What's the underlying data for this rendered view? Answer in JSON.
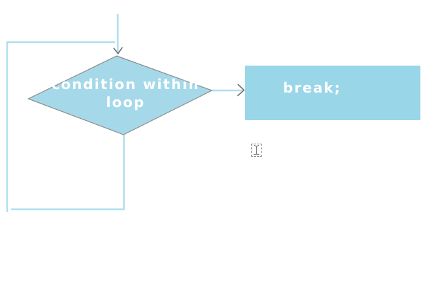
{
  "diagram": {
    "background_color": "#ffffff",
    "connector_color": "#aedfee",
    "arrow_color": "#707070",
    "nodes": {
      "condition": {
        "label": "condition within\nloop",
        "shape": "diamond",
        "fill": "#a5d9e9",
        "border_color": "#8a8a8a",
        "text_color": "#ffffff"
      },
      "break_node": {
        "label": "break;",
        "shape": "rectangle",
        "fill": "#99d6e8",
        "text_color": "#ffffff"
      }
    },
    "cursor": {
      "icon": "text-insertion-cursor"
    }
  }
}
